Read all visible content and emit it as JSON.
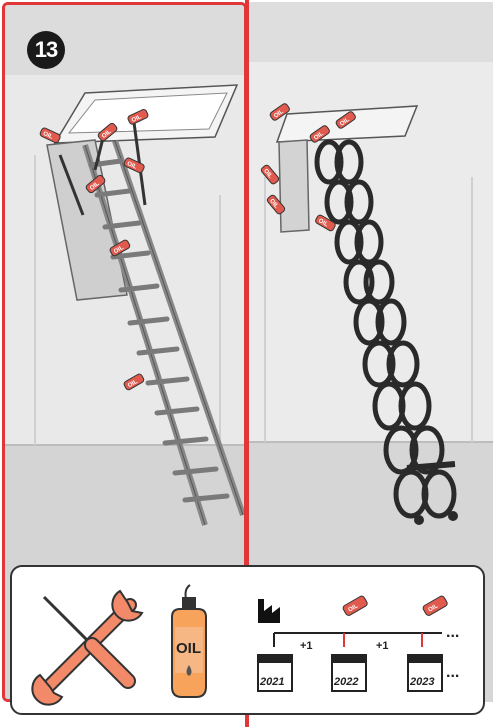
{
  "step": {
    "number": "13"
  },
  "oil_label": "OIL",
  "timeline": {
    "increment": "+1",
    "ellipsis": "...",
    "years": [
      "2021",
      "2022",
      "2023"
    ]
  },
  "colors": {
    "accent": "#e2373a",
    "oil_red": "#e05a4e",
    "wall": "#e6e6e6",
    "ink": "#222222"
  },
  "icons": [
    "wrench-icon",
    "screwdriver-icon",
    "oil-bottle-icon",
    "factory-icon",
    "oil-can-icon",
    "calendar-icon"
  ]
}
